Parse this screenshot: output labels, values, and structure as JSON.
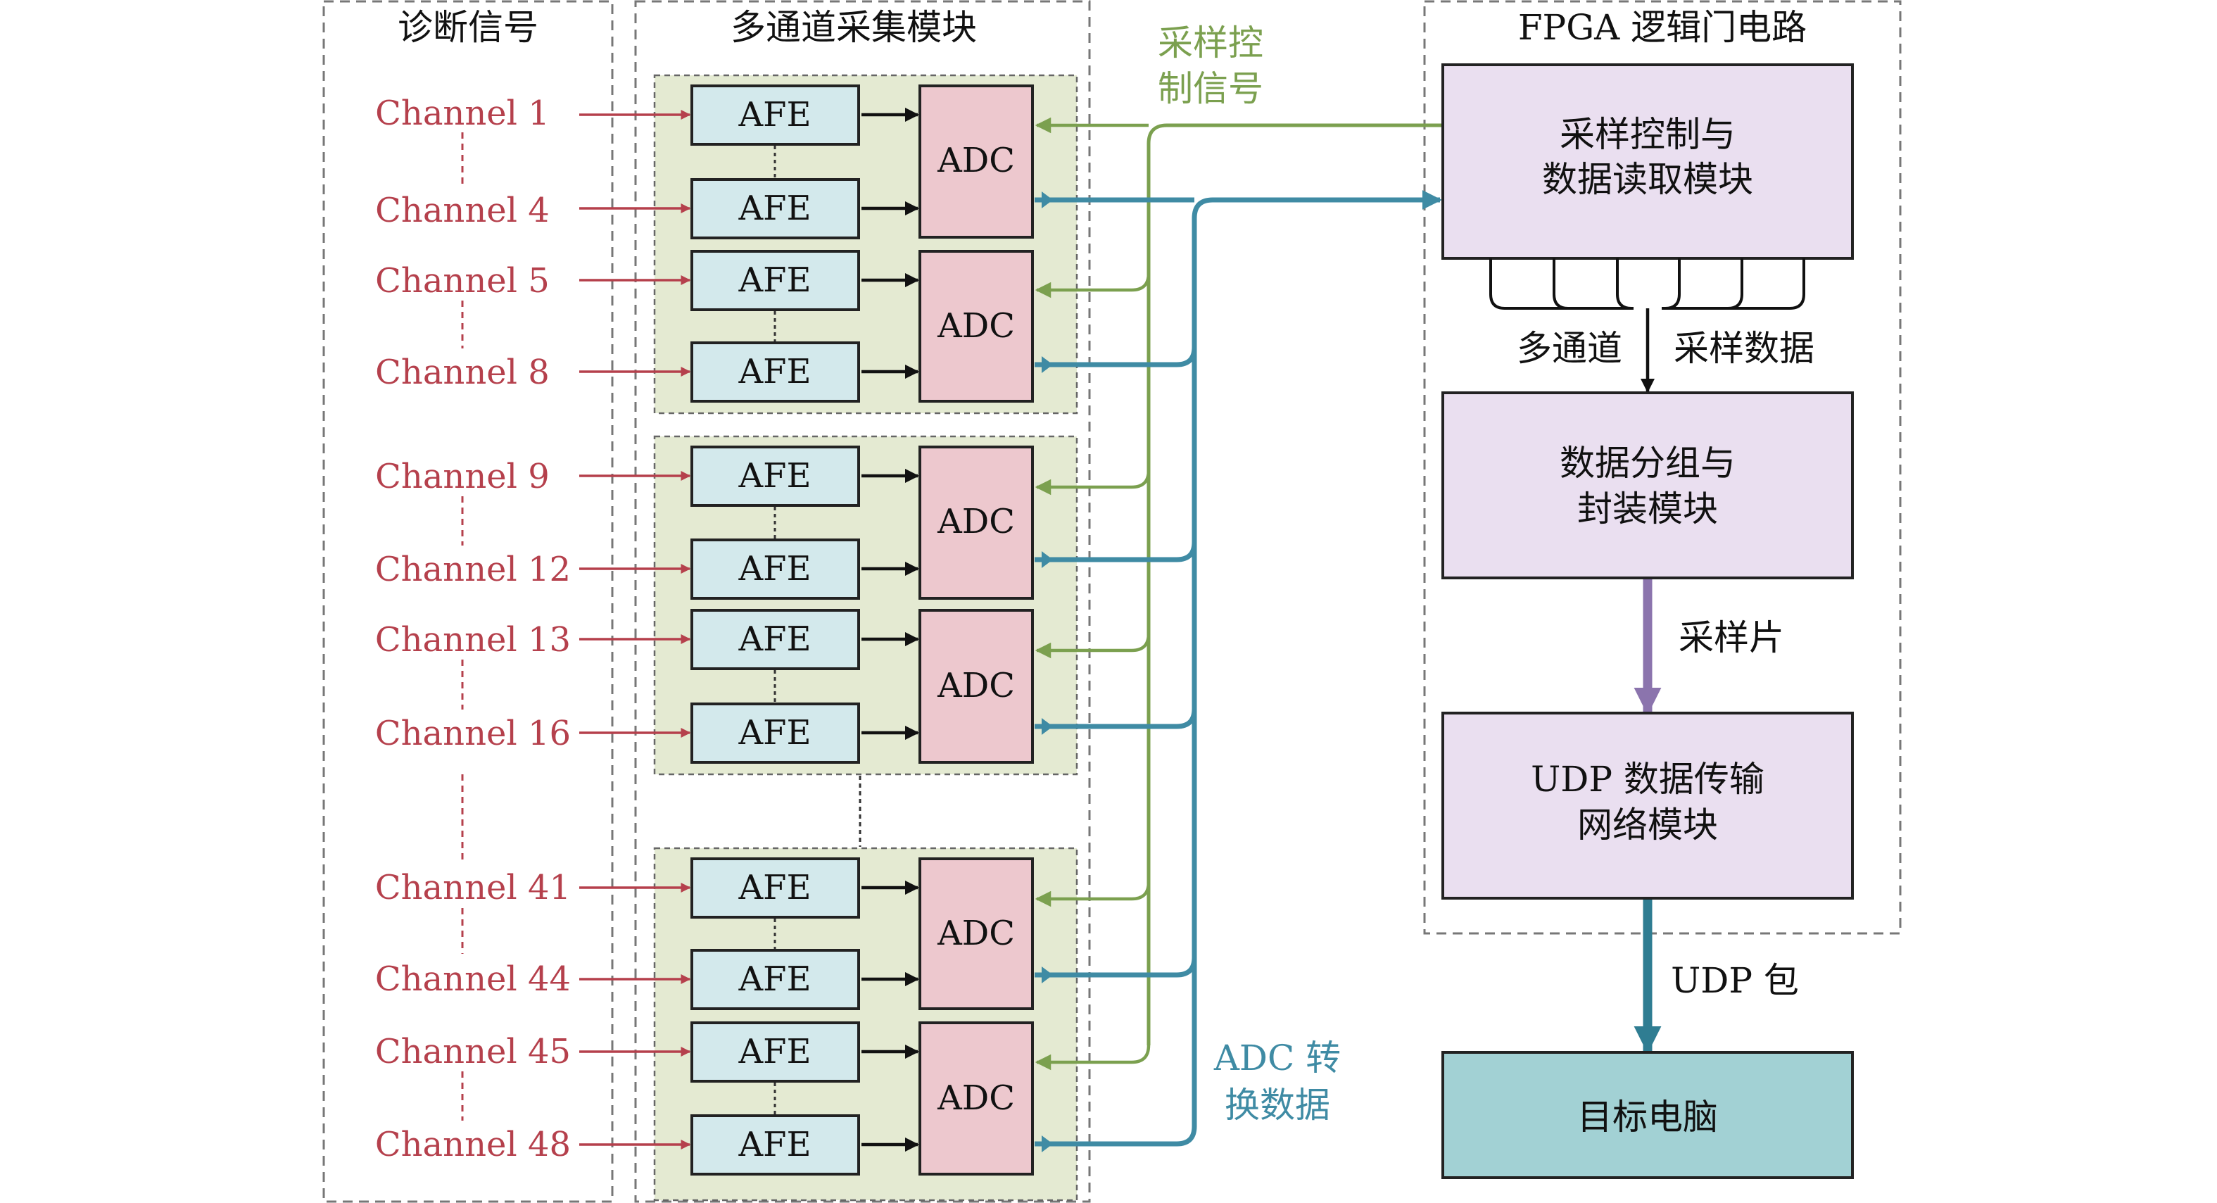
{
  "sections": {
    "diagnostic": "诊断信号",
    "acquisition": "多通道采集模块",
    "fpga": "FPGA 逻辑门电路"
  },
  "channels": [
    "Channel 1",
    "Channel 4",
    "Channel 5",
    "Channel 8",
    "Channel 9",
    "Channel 12",
    "Channel 13",
    "Channel 16",
    "Channel 41",
    "Channel 44",
    "Channel 45",
    "Channel 48"
  ],
  "afe_label": "AFE",
  "adc_label": "ADC",
  "signals": {
    "control_line1": "采样控",
    "control_line2": "制信号",
    "adc_line1": "ADC 转",
    "adc_line2": "换数据",
    "multi_left": "多通道",
    "multi_right": "采样数据",
    "slice": "采样片",
    "udp_packet": "UDP 包"
  },
  "modules": {
    "sample_ctrl_line1": "采样控制与",
    "sample_ctrl_line2": "数据读取模块",
    "grouping_line1": "数据分组与",
    "grouping_line2": "封装模块",
    "udp_line1": "UDP 数据传输",
    "udp_line2": "网络模块",
    "target": "目标电脑"
  },
  "colors": {
    "channel_red": "#b5404c",
    "control_green": "#7ba04f",
    "adc_blue": "#3f8ba4",
    "afe_fill": "#d3e9ec",
    "adc_fill": "#edc8ce",
    "group_fill": "#e4ead2",
    "module_fill": "#eadff0",
    "target_fill": "#a2d1d4",
    "slice_purple": "#8b74ad"
  }
}
